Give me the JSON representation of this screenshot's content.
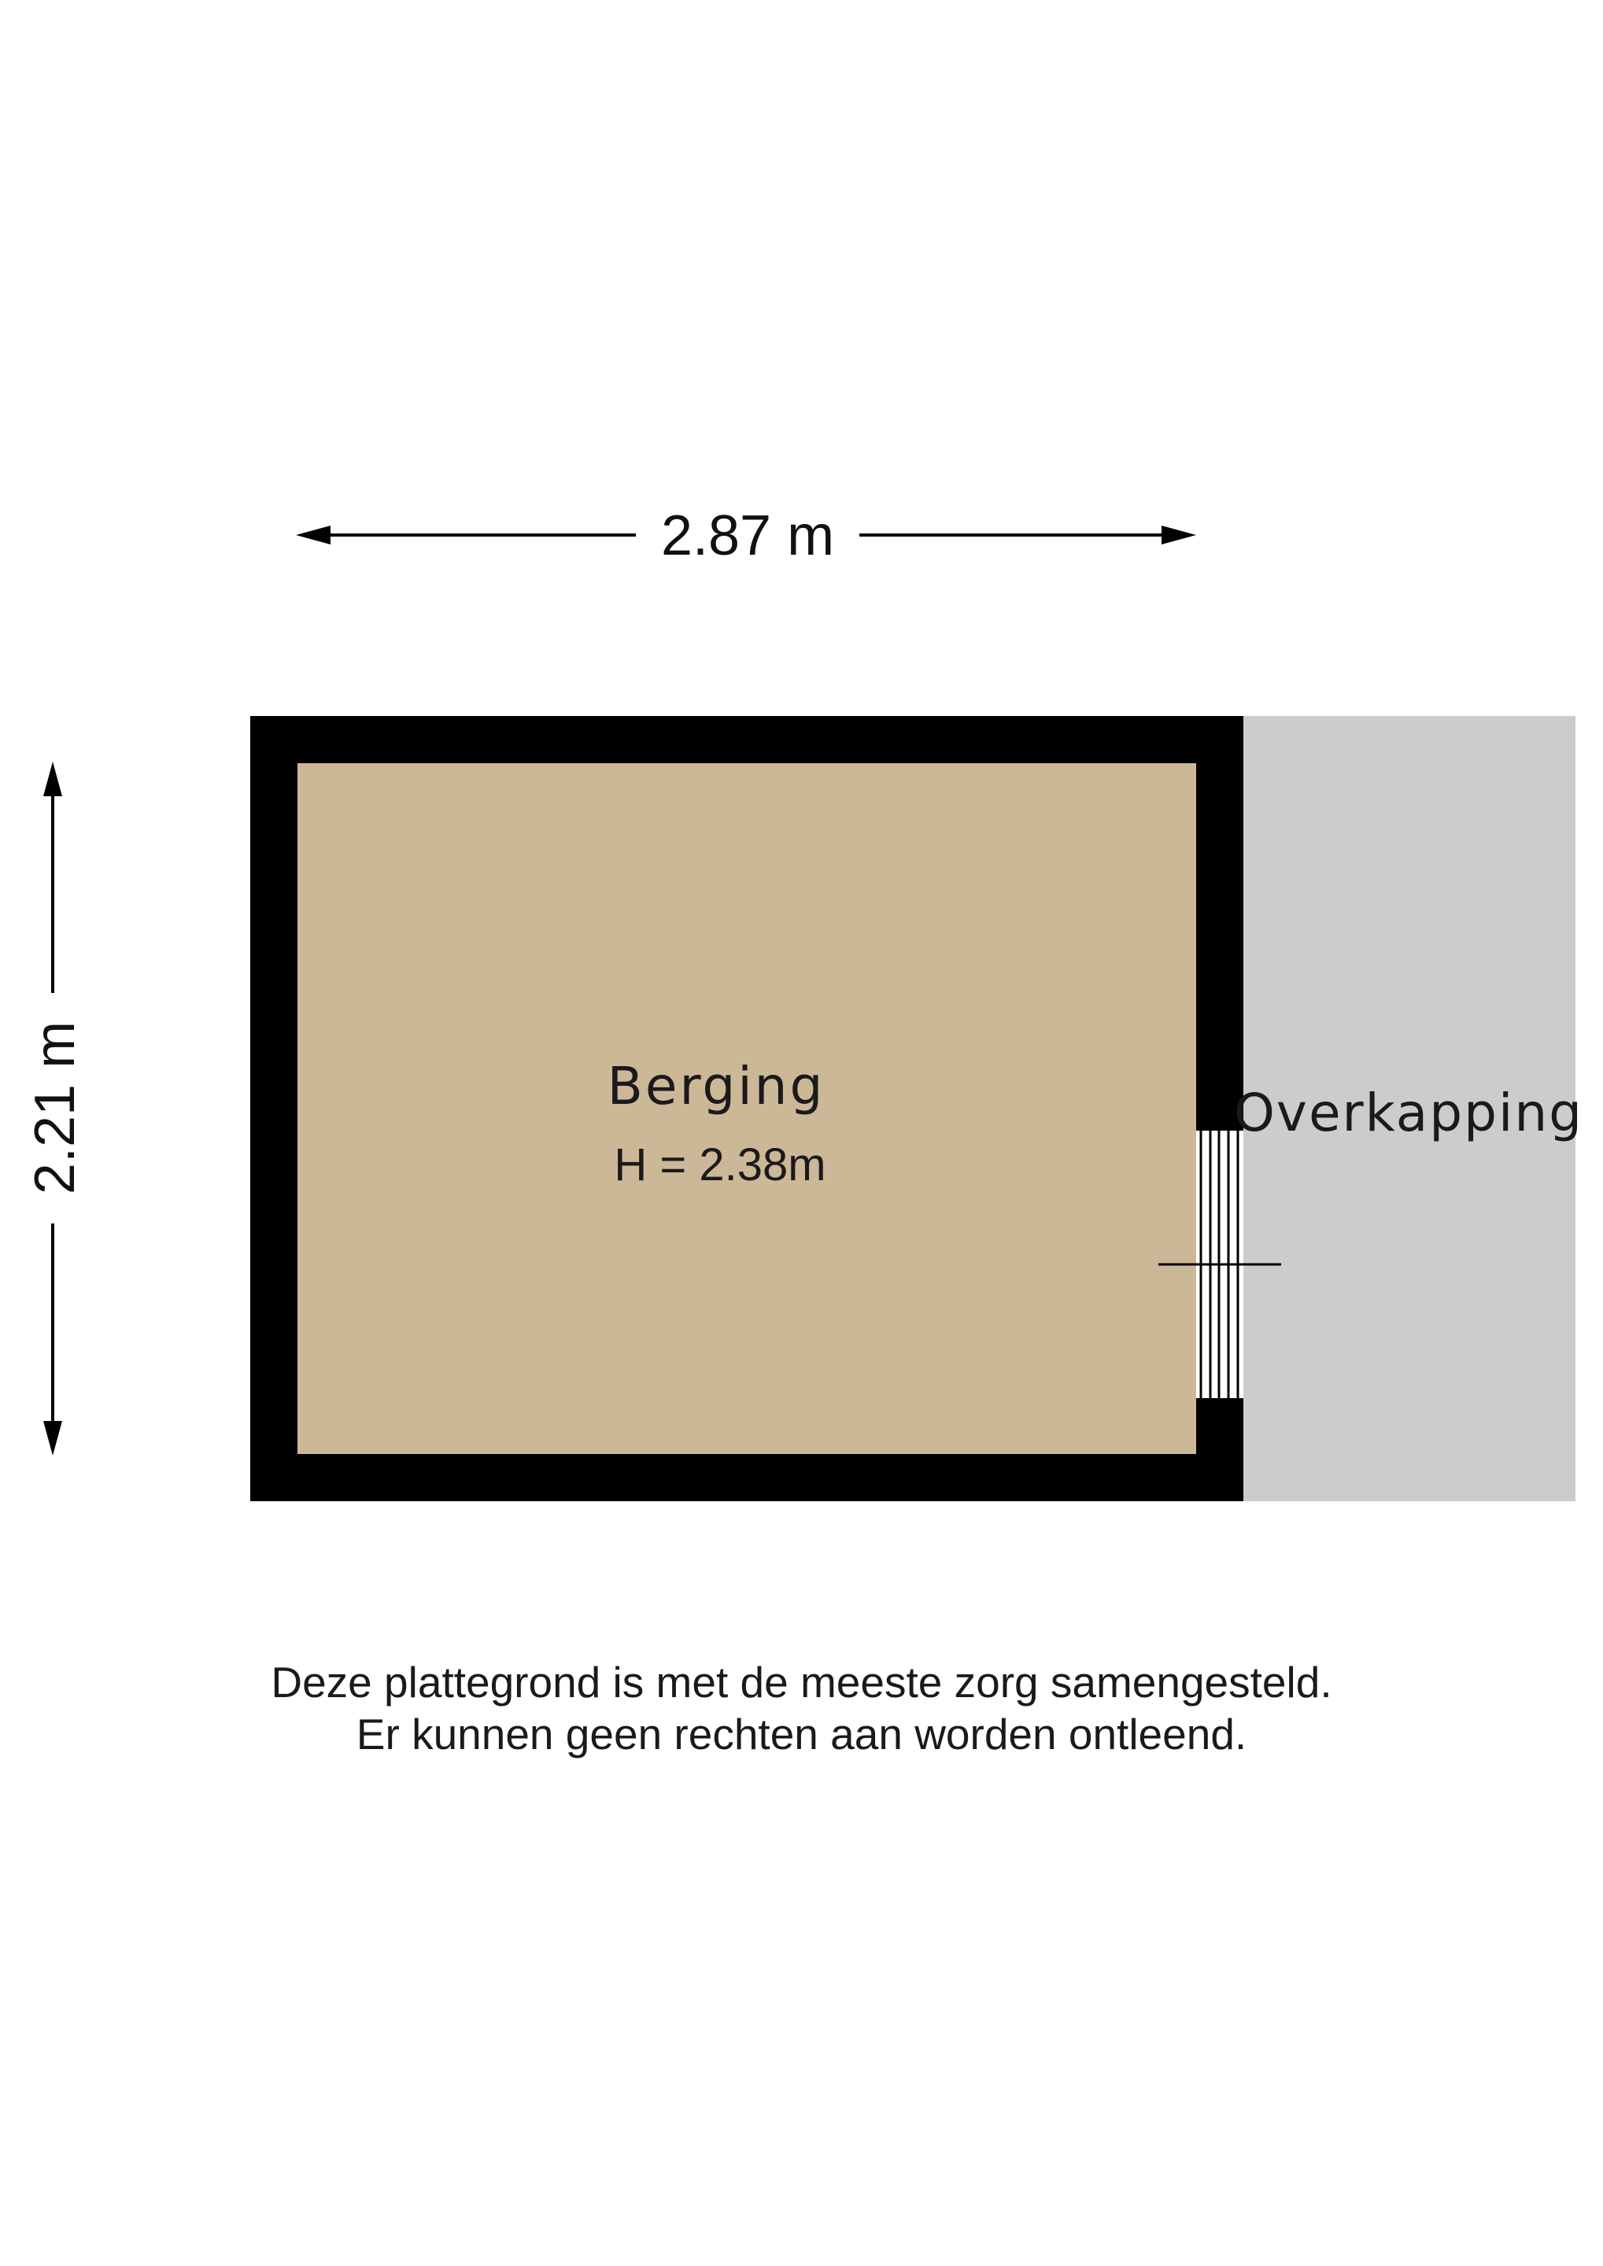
{
  "dimensions": {
    "width_label": "2.87 m",
    "depth_label": "2.21 m"
  },
  "rooms": [
    {
      "name": "Berging",
      "height_label": "H = 2.38m",
      "fill_color": "#CCB797"
    }
  ],
  "areas": [
    {
      "name": "Overkapping",
      "fill_color": "#CCCCCC"
    }
  ],
  "colors": {
    "wall": "#000000",
    "background": "#FFFFFF",
    "door_line": "#000000"
  },
  "disclaimer": {
    "line1": "Deze plattegrond is met de meeste zorg samengesteld.",
    "line2": "Er kunnen geen rechten aan worden ontleend."
  }
}
